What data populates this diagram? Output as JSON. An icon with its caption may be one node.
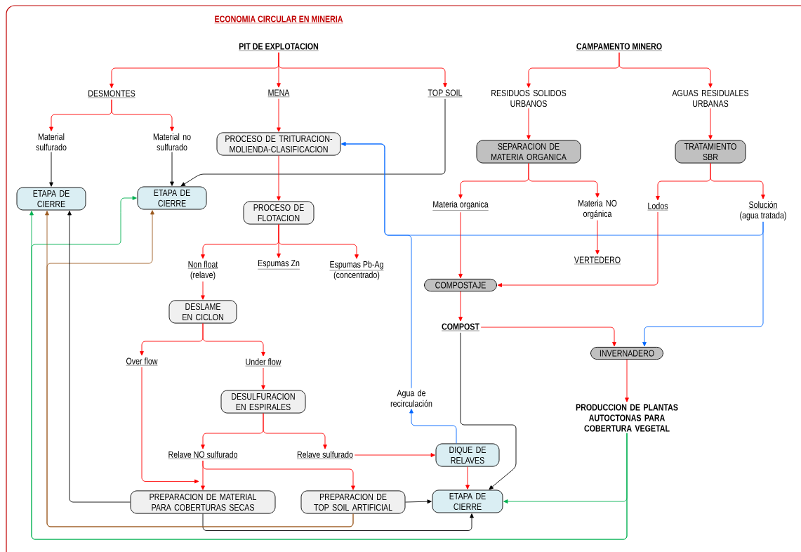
{
  "diagram": {
    "title": "ECONOMIA CIRCULAR EN MINERIA",
    "nodes": [
      {
        "text": [
          "PIT DE EXPLOTACION"
        ]
      },
      {
        "text": [
          "DESMONTES"
        ]
      },
      {
        "text": [
          "MENA"
        ]
      },
      {
        "text": [
          "TOP SOIL"
        ]
      },
      {
        "text": [
          "Material sulfurado"
        ]
      },
      {
        "text": [
          "Material no sulfurado"
        ]
      },
      {
        "text": [
          "PROCESO DE TRITURACION-MOLIENDA-CLASIFICACION"
        ]
      },
      {
        "text": [
          "ETAPA DE CIERRE"
        ]
      },
      {
        "text": [
          "ETAPA DE CIERRE"
        ]
      },
      {
        "text": [
          "PROCESO DE FLOTACION"
        ]
      },
      {
        "text": [
          "Non float",
          "(relave)"
        ]
      },
      {
        "text": [
          "Espumas Zn"
        ]
      },
      {
        "text": [
          "Espumas Pb-Ag",
          "(concentrado)"
        ]
      },
      {
        "text": [
          "DESLAME EN CICLON"
        ]
      },
      {
        "text": [
          "Over flow"
        ]
      },
      {
        "text": [
          "Under flow"
        ]
      },
      {
        "text": [
          "DESULFURACION EN ESPIRALES"
        ]
      },
      {
        "text": [
          "Relave NO sulfurado"
        ]
      },
      {
        "text": [
          "Relave sulfurado"
        ]
      },
      {
        "text": [
          "PREPARACION DE MATERIAL PARA COBERTURAS SECAS"
        ]
      },
      {
        "text": [
          "PREPARACION DE TOP SOIL ARTIFICIAL"
        ]
      },
      {
        "text": [
          "CAMPAMENTO MINERO"
        ]
      },
      {
        "text": [
          "RESIDUOS SOLIDOS URBANOS"
        ]
      },
      {
        "text": [
          "AGUAS RESIDUALES URBANAS"
        ]
      },
      {
        "text": [
          "SEPARACION DE MATERIA ORGANICA"
        ]
      },
      {
        "text": [
          "TRATAMIENTO SBR"
        ]
      },
      {
        "text": [
          "Materia organica"
        ]
      },
      {
        "text": [
          "Materia NO orgánica"
        ]
      },
      {
        "text": [
          "Lodos"
        ]
      },
      {
        "text": [
          "Solución",
          "(agua tratada)"
        ]
      },
      {
        "text": [
          "VERTEDERO"
        ]
      },
      {
        "text": [
          "COMPOSTAJE"
        ]
      },
      {
        "text": [
          "COMPOST"
        ]
      },
      {
        "text": [
          "INVERNADERO"
        ]
      },
      {
        "text": [
          "Agua de recirculación"
        ]
      },
      {
        "text": [
          "DIQUE DE RELAVES"
        ]
      },
      {
        "text": [
          "PRODUCCION DE PLANTAS AUTOCTONAS PARA COBERTURA VEGETAL"
        ]
      },
      {
        "text": [
          "ETAPA DE CIERRE"
        ]
      }
    ],
    "edges": [
      {
        "from": 0,
        "to": 1,
        "arrow": "to"
      },
      {
        "from": 0,
        "to": 2,
        "arrow": "to"
      },
      {
        "from": 0,
        "to": 3,
        "arrow": "to"
      },
      {
        "from": 1,
        "to": 4,
        "arrow": "to"
      },
      {
        "from": 1,
        "to": 5,
        "arrow": "to"
      },
      {
        "from": 2,
        "to": 6,
        "arrow": "to"
      },
      {
        "from": 4,
        "to": 7,
        "arrow": "to",
        "color": "#000000"
      },
      {
        "from": 5,
        "to": 8,
        "arrow": "to",
        "color": "#000000"
      },
      {
        "from": 3,
        "to": 8,
        "arrow": "to",
        "color": "#000000"
      },
      {
        "from": 6,
        "to": 9,
        "arrow": "to"
      },
      {
        "from": 9,
        "to": 10,
        "arrow": "to"
      },
      {
        "from": 9,
        "to": 11,
        "arrow": "to"
      },
      {
        "from": 9,
        "to": 12,
        "arrow": "to"
      },
      {
        "from": 10,
        "to": 13,
        "arrow": "to"
      },
      {
        "from": 13,
        "to": 14,
        "arrow": "to"
      },
      {
        "from": 13,
        "to": 15,
        "arrow": "to"
      },
      {
        "from": 15,
        "to": 16,
        "arrow": "to"
      },
      {
        "from": 16,
        "to": 17,
        "arrow": "to"
      },
      {
        "from": 16,
        "to": 18,
        "arrow": "to"
      },
      {
        "from": 14,
        "to": 19,
        "arrow": "to"
      },
      {
        "from": 17,
        "to": 19,
        "arrow": "to"
      },
      {
        "from": 17,
        "to": 20,
        "arrow": "to"
      },
      {
        "from": 18,
        "to": 35,
        "arrow": "to"
      },
      {
        "from": 35,
        "to": 37,
        "arrow": "to"
      },
      {
        "from": 19,
        "to": 37,
        "arrow": "to",
        "color": "#000000"
      },
      {
        "from": 20,
        "to": 37,
        "arrow": "to",
        "color": "#000000"
      },
      {
        "from": 32,
        "to": 37,
        "arrow": "to",
        "color": "#000000"
      },
      {
        "from": 36,
        "to": 37,
        "arrow": "to",
        "color": "#00b050"
      },
      {
        "from": 36,
        "to": 7,
        "arrow": "to",
        "color": "#00b050"
      },
      {
        "from": 36,
        "to": 8,
        "arrow": "to",
        "color": "#00b050"
      },
      {
        "from": 20,
        "to": 7,
        "arrow": "to",
        "color": "#9c5a1f"
      },
      {
        "from": 20,
        "to": 8,
        "arrow": "to",
        "color": "#9c5a1f"
      },
      {
        "from": 19,
        "to": 7,
        "arrow": "to",
        "color": "#000000"
      },
      {
        "from": 35,
        "to": 34,
        "arrow": "to",
        "color": "#0066ff"
      },
      {
        "from": 34,
        "to": 6,
        "arrow": "to",
        "color": "#0066ff"
      },
      {
        "from": 29,
        "to": 6,
        "arrow": "to",
        "color": "#0066ff"
      },
      {
        "from": 29,
        "to": 33,
        "arrow": "to",
        "color": "#0066ff"
      },
      {
        "from": 21,
        "to": 22,
        "arrow": "to"
      },
      {
        "from": 21,
        "to": 23,
        "arrow": "to"
      },
      {
        "from": 22,
        "to": 24,
        "arrow": "to"
      },
      {
        "from": 23,
        "to": 25,
        "arrow": "to"
      },
      {
        "from": 24,
        "to": 26,
        "arrow": "to"
      },
      {
        "from": 24,
        "to": 27,
        "arrow": "to"
      },
      {
        "from": 25,
        "to": 28,
        "arrow": "to"
      },
      {
        "from": 25,
        "to": 29,
        "arrow": "to"
      },
      {
        "from": 27,
        "to": 30,
        "arrow": "to"
      },
      {
        "from": 26,
        "to": 31,
        "arrow": "to"
      },
      {
        "from": 28,
        "to": 31,
        "arrow": "to"
      },
      {
        "from": 31,
        "to": 32,
        "arrow": "to"
      },
      {
        "from": 32,
        "to": 33,
        "arrow": "to"
      },
      {
        "from": 33,
        "to": 36,
        "arrow": "to"
      }
    ]
  }
}
